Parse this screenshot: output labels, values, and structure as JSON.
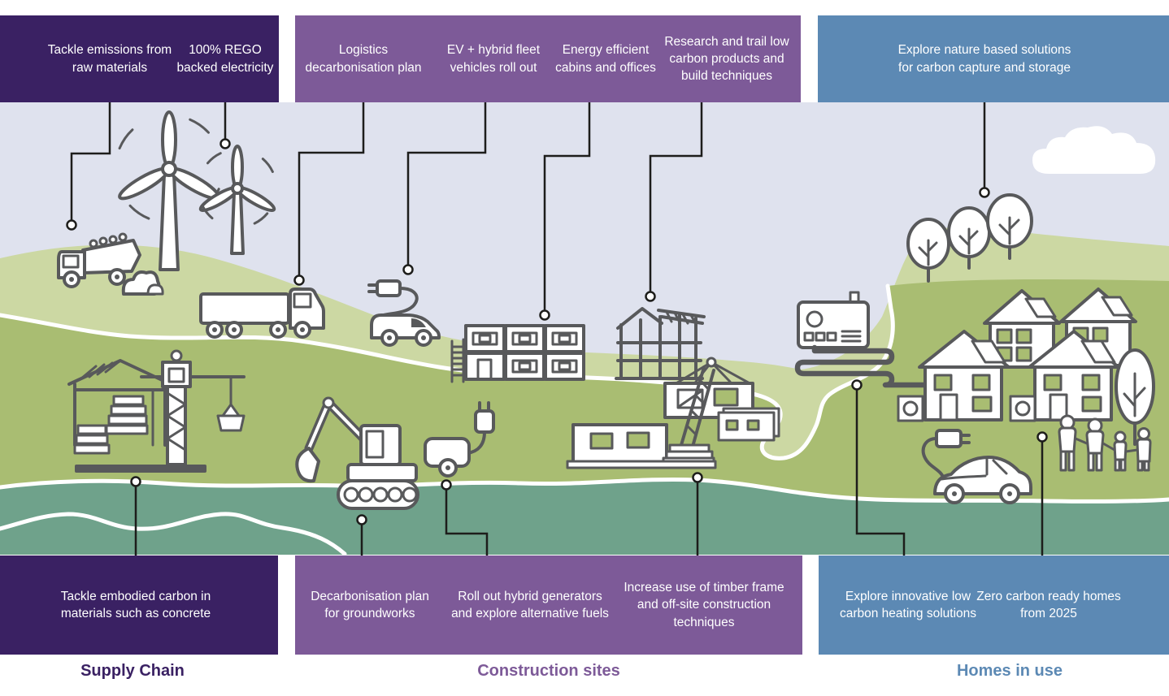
{
  "title": "Decarbonisation roadmap infographic",
  "palette": {
    "supply_chain": "#3a2163",
    "construction_sites": "#7d5a98",
    "homes_in_use": "#5c89b4",
    "sky": "#dfe2ee",
    "hill_light": "#ccd8a3",
    "ground_olive": "#a9bd72",
    "ground_teal": "#6fa28b",
    "outline": "#58595b",
    "connector": "#1d1d1b"
  },
  "sections": [
    {
      "label": "Supply Chain",
      "top_items": [
        "Tackle emissions from raw materials",
        "100% REGO backed electricity"
      ],
      "bottom_items": [
        "Tackle embodied carbon in materials such as concrete"
      ]
    },
    {
      "label": "Construction sites",
      "top_items": [
        "Logistics decarbonisation plan",
        "EV + hybrid fleet vehicles roll out",
        "Energy efficient cabins and offices",
        "Research and trail low carbon products and build techniques"
      ],
      "bottom_items": [
        "Decarbonisation plan for groundworks",
        "Roll out hybrid generators and explore alternative fuels",
        "Increase use of timber frame and off-site construction techniques"
      ]
    },
    {
      "label": "Homes in use",
      "top_items": [
        "Explore nature based solutions for carbon capture and storage"
      ],
      "bottom_items": [
        "Explore innovative low carbon heating solutions",
        "Zero carbon ready homes from 2025"
      ]
    }
  ],
  "scene_icons": [
    "wind-turbine-icon",
    "dump-truck-icon",
    "rock-pile-icon",
    "haul-truck-icon",
    "site-crane-icon",
    "materials-stack-icon",
    "ev-van-plug-icon",
    "site-cabins-icon",
    "timber-frame-icon",
    "excavator-icon",
    "hybrid-generator-icon",
    "mobile-cabin-icon",
    "crawler-crane-icon",
    "module-stack-icon",
    "heat-pump-icon",
    "ground-loop-icon",
    "house-solar-icon",
    "ev-car-plug-icon",
    "family-icon",
    "tree-icon",
    "cloud-icon"
  ]
}
